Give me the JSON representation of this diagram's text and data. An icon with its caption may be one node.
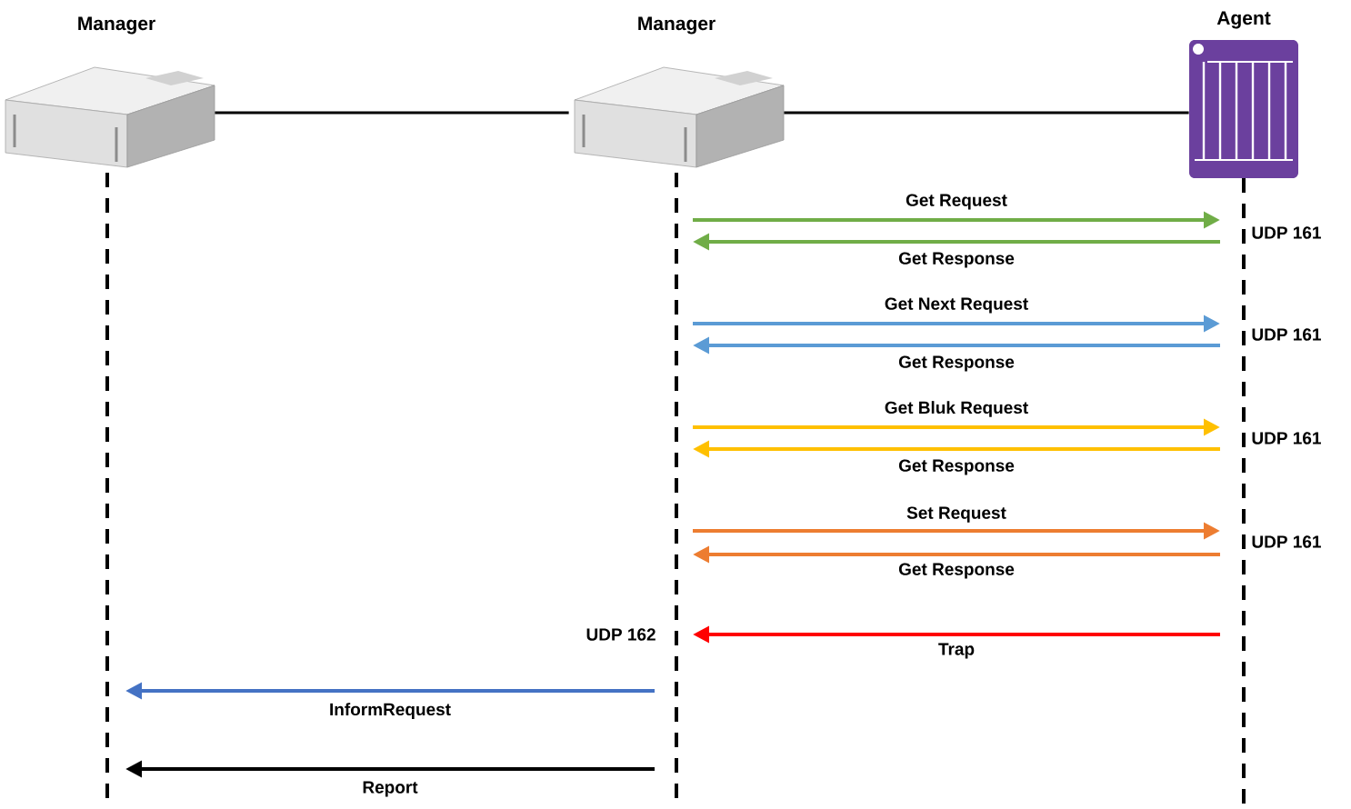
{
  "diagram": {
    "nodes": [
      {
        "text": [
          "Manager"
        ]
      },
      {
        "text": [
          "Manager"
        ]
      },
      {
        "text": [
          "Agent"
        ]
      }
    ],
    "edges": [
      {
        "from": 0,
        "to": 1,
        "arrow": "none"
      },
      {
        "from": 1,
        "to": 2,
        "arrow": "none"
      },
      {
        "from": 1,
        "to": 2,
        "arrow": "to",
        "label": "Get Request",
        "color": "#70ad47"
      },
      {
        "from": 2,
        "to": 1,
        "arrow": "to",
        "label": "Get Response",
        "color": "#70ad47"
      },
      {
        "from": 1,
        "to": 2,
        "arrow": "to",
        "label": "Get Next Request",
        "color": "#5b9bd5"
      },
      {
        "from": 2,
        "to": 1,
        "arrow": "to",
        "label": "Get Response",
        "color": "#5b9bd5"
      },
      {
        "from": 1,
        "to": 2,
        "arrow": "to",
        "label": "Get Bluk Request",
        "color": "#ffc000"
      },
      {
        "from": 2,
        "to": 1,
        "arrow": "to",
        "label": "Get Response",
        "color": "#ffc000"
      },
      {
        "from": 1,
        "to": 2,
        "arrow": "to",
        "label": "Set Request",
        "color": "#ed7d31"
      },
      {
        "from": 2,
        "to": 1,
        "arrow": "to",
        "label": "Get Response",
        "color": "#ed7d31"
      },
      {
        "from": 2,
        "to": 1,
        "arrow": "to",
        "label": "Trap",
        "color": "#ff0000"
      },
      {
        "from": 1,
        "to": 0,
        "arrow": "to",
        "label": "InformRequest",
        "color": "#4472c4"
      },
      {
        "from": 1,
        "to": 0,
        "arrow": "to",
        "label": "Report"
      }
    ],
    "labels": [
      "UDP 161",
      "UDP 161",
      "UDP 161",
      "UDP 161",
      "UDP 162"
    ]
  }
}
